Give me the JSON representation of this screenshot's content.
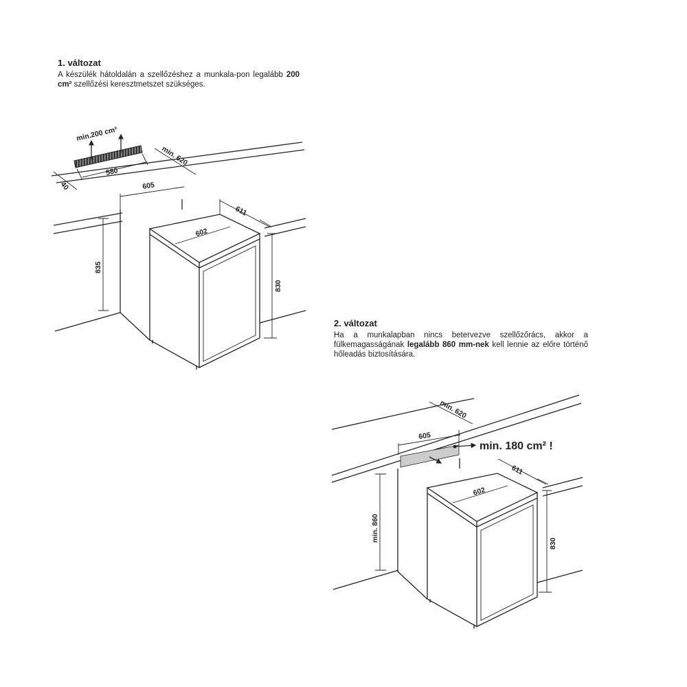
{
  "variant1": {
    "title": "1. változat",
    "text_before": "A készülék hátoldalán a szellőzéshez a munkala-pon legalább ",
    "text_bold": "200 cm²",
    "text_after": " szellőzési keresztmetszet szükséges.",
    "dims": {
      "vent_area": "min.200 cm²",
      "vent_length": "580",
      "vent_depth": "40",
      "min_depth": "min. 620",
      "niche_width": "605",
      "appliance_depth": "611",
      "appliance_width": "602",
      "niche_height": "835",
      "appliance_height": "830"
    }
  },
  "variant2": {
    "title": "2. változat",
    "text_before": "Ha a munkalapban nincs betervezve szellőzőrács, akkor a fülkemagasságának ",
    "text_bold": "legalább 860 mm-nek",
    "text_after": " kell lennie az előre történő hőleadás biztosítására.",
    "dims": {
      "vent_area": "min. 180 cm² !",
      "min_depth": "min. 620",
      "niche_width": "605",
      "appliance_depth": "611",
      "appliance_width": "602",
      "niche_height": "min. 860",
      "appliance_height": "830"
    }
  }
}
